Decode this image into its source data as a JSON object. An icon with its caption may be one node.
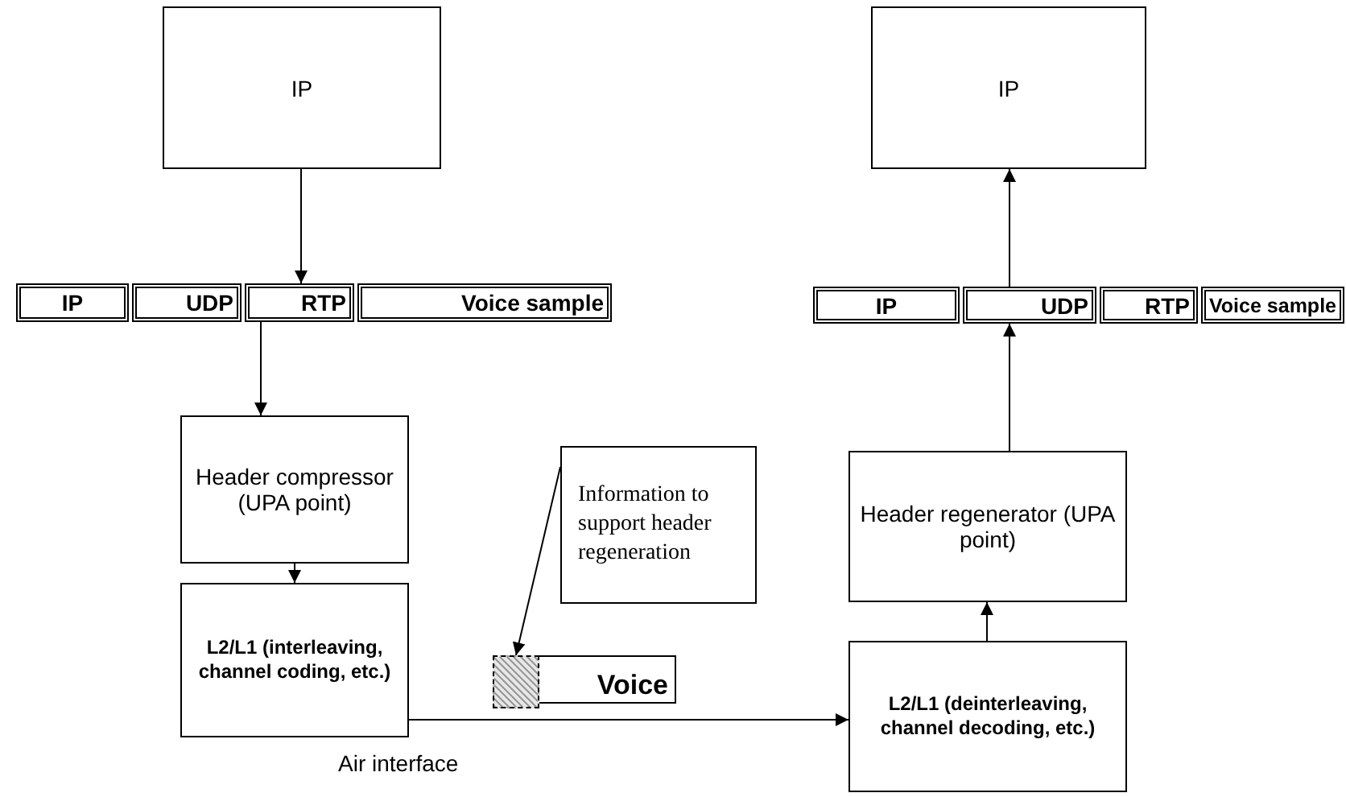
{
  "diagram": {
    "nodes": [
      {
        "text": [
          "IP"
        ]
      },
      {
        "text": [
          "IP"
        ]
      },
      {
        "text": [
          "IP"
        ]
      },
      {
        "text": [
          "UDP"
        ]
      },
      {
        "text": [
          "RTP"
        ]
      },
      {
        "text": [
          "Voice sample"
        ]
      },
      {
        "text": [
          "IP"
        ]
      },
      {
        "text": [
          "UDP"
        ]
      },
      {
        "text": [
          "RTP"
        ]
      },
      {
        "text": [
          "Voice sample"
        ]
      },
      {
        "text": [
          "Header compressor (UPA point)"
        ]
      },
      {
        "text": [
          "Information to support header regeneration"
        ]
      },
      {
        "text": [
          "Header regenerator (UPA point)"
        ]
      },
      {
        "text": [
          "L2/L1 (interleaving, channel coding, etc.)"
        ]
      },
      {
        "text": [],
        "shape": "box"
      },
      {
        "text": [
          "Voice"
        ]
      },
      {
        "text": [
          "L2/L1 (deinterleaving, channel decoding, etc.)"
        ]
      }
    ],
    "edges": [
      {
        "from": 0,
        "to": 4,
        "arrow": "to"
      },
      {
        "from": 4,
        "to": 10,
        "arrow": "to"
      },
      {
        "from": 10,
        "to": 13,
        "arrow": "to"
      },
      {
        "from": 13,
        "to": 16,
        "arrow": "to"
      },
      {
        "from": 11,
        "to": 14,
        "arrow": "to"
      },
      {
        "from": 16,
        "to": 12,
        "arrow": "to"
      },
      {
        "from": 12,
        "to": 7,
        "arrow": "to"
      },
      {
        "from": 7,
        "to": 1,
        "arrow": "to"
      }
    ],
    "labels": [
      "Air interface"
    ]
  }
}
